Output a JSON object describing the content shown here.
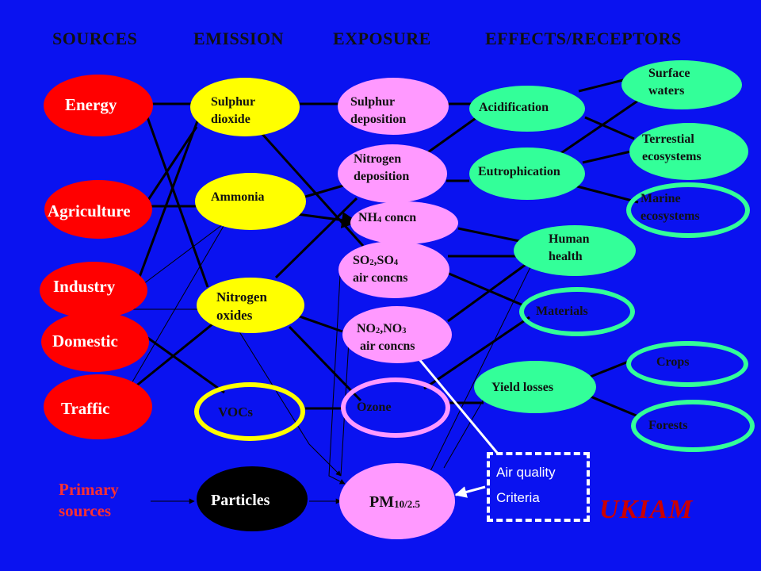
{
  "headers": {
    "sources": "SOURCES",
    "emission": "EMISSION",
    "exposure": "EXPOSURE",
    "effects": "EFFECTS/RECEPTORS"
  },
  "sources": {
    "energy": "Energy",
    "agriculture": "Agriculture",
    "industry": "Industry",
    "domestic": "Domestic",
    "traffic": "Traffic",
    "primary_1": "Primary",
    "primary_2": "sources"
  },
  "emissions": {
    "sulphur_1": "Sulphur",
    "sulphur_2": "dioxide",
    "ammonia": "Ammonia",
    "nitrogen_1": "Nitrogen",
    "nitrogen_2": "oxides",
    "vocs": "VOCs",
    "particles": "Particles"
  },
  "exposure": {
    "sdep_1": "Sulphur",
    "sdep_2": "deposition",
    "ndep_1": "Nitrogen",
    "ndep_2": "deposition",
    "nh4_a": "NH",
    "nh4_sub": "4",
    "nh4_b": " concn",
    "so_a": "SO",
    "so_sub1": "2",
    "so_b": ",SO",
    "so_sub2": "4",
    "so_2": "air concns",
    "no_a": "NO",
    "no_sub1": "2",
    "no_b": ",NO",
    "no_sub2": "3",
    "no_2": "air concns",
    "ozone": "Ozone",
    "pm_a": "PM",
    "pm_sub": "10/2.5"
  },
  "effects": {
    "acidification": "Acidification",
    "eutrophication": "Eutrophication",
    "human_1": "Human",
    "human_2": "health",
    "materials": "Materials",
    "yield": "Yield losses"
  },
  "receptors": {
    "surface_1": "Surface",
    "surface_2": "waters",
    "terrestrial_1": "Terrestial",
    "terrestrial_2": "ecosystems",
    "marine_1": "Marine",
    "marine_2": "ecosystems",
    "crops": "Crops",
    "forests": "Forests"
  },
  "criteria": {
    "line_1": "Air quality",
    "line_2": "Criteria"
  },
  "logo": "UKIAM",
  "colors": {
    "background": "#0a12f0",
    "sources": "#ff0000",
    "emissions": "#ffff00",
    "exposure": "#ff99ff",
    "effects": "#33ff99",
    "particles": "#000000",
    "logo": "#cc0000"
  }
}
